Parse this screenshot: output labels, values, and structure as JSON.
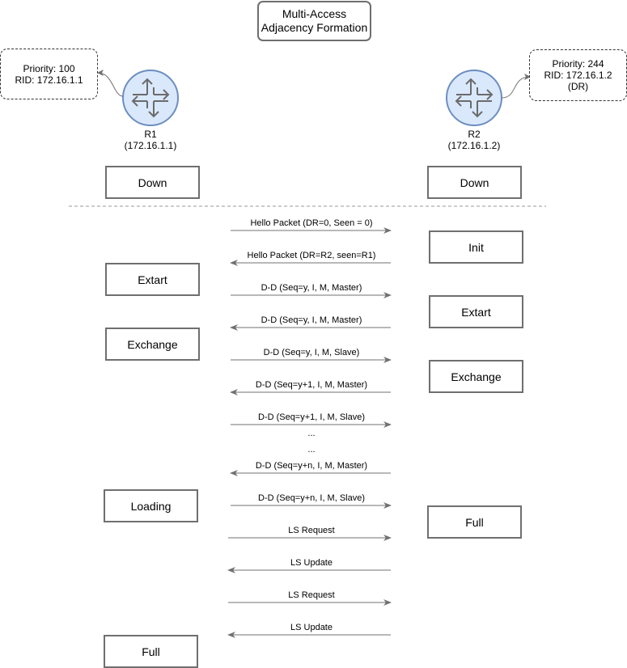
{
  "title": {
    "line1": "Multi-Access",
    "line2": "Adjacency Formation"
  },
  "r1": {
    "name": "R1",
    "address": "(172.16.1.1)",
    "note_priority": "Priority: 100",
    "note_rid": "RID: 172.16.1.1"
  },
  "r2": {
    "name": "R2",
    "address": "(172.16.1.2)",
    "note_priority": "Priority: 244",
    "note_rid": "RID: 172.16.1.2",
    "note_role": "(DR)"
  },
  "r1_states": [
    "Down",
    "Extart",
    "Exchange",
    "Loading",
    "Full"
  ],
  "r2_states": [
    "Down",
    "Init",
    "Extart",
    "Exchange",
    "Full"
  ],
  "messages": [
    {
      "text": "Hello Packet (DR=0, Seen = 0)",
      "direction": "right"
    },
    {
      "text": "Hello Packet (DR=R2, seen=R1)",
      "direction": "left"
    },
    {
      "text": "D-D (Seq=y, I, M, Master)",
      "direction": "right"
    },
    {
      "text": "D-D (Seq=y, I, M, Master)",
      "direction": "left"
    },
    {
      "text": "D-D (Seq=y, I, M, Slave)",
      "direction": "right"
    },
    {
      "text": "D-D (Seq=y+1, I, M, Master)",
      "direction": "left"
    },
    {
      "text": "D-D (Seq=y+1, I, M, Slave)",
      "direction": "right"
    },
    {
      "text": "D-D (Seq=y+n, I, M, Master)",
      "direction": "left"
    },
    {
      "text": "D-D (Seq=y+n, I, M, Slave)",
      "direction": "right"
    },
    {
      "text": "LS Request",
      "direction": "right"
    },
    {
      "text": "LS Update",
      "direction": "left"
    },
    {
      "text": "LS Request",
      "direction": "right"
    },
    {
      "text": "LS Update",
      "direction": "left"
    }
  ],
  "ellipsis": [
    "...",
    "..."
  ],
  "colors": {
    "router_fill": "#dae8fc",
    "router_stroke": "#6c8ebf",
    "line": "#707070"
  },
  "icons": [
    "router-icon",
    "router-icon"
  ]
}
